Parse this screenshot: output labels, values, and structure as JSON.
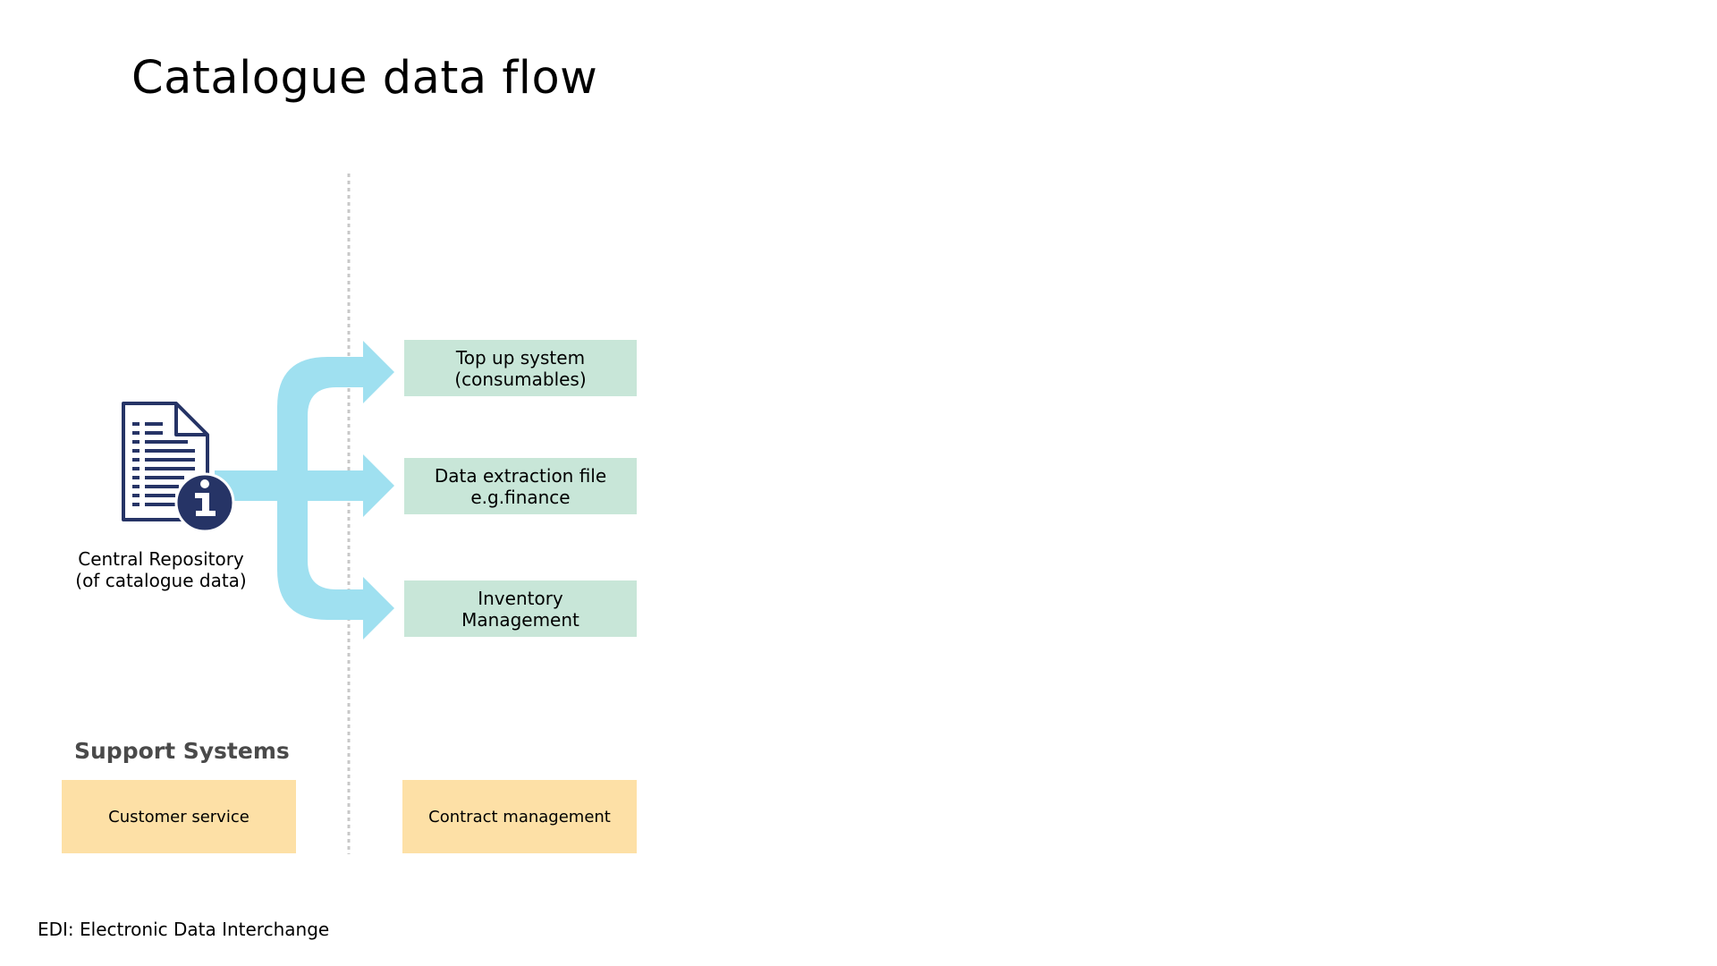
{
  "title": "Catalogue data flow",
  "repository": {
    "label": "Central Repository\n(of catalogue data)",
    "icon": "document-info-icon"
  },
  "targets": [
    {
      "label": "Top up system\n(consumables)"
    },
    {
      "label": "Data extraction file\ne.g.finance"
    },
    {
      "label": "Inventory\nManagement"
    }
  ],
  "support": {
    "heading": "Support Systems",
    "items": [
      {
        "label": "Customer service"
      },
      {
        "label": "Contract management"
      }
    ]
  },
  "footnote": "EDI: Electronic Data Interchange",
  "colors": {
    "arrow": "#9fe0f0",
    "target_box": "#c8e6d8",
    "support_box": "#fde0a6",
    "icon_navy": "#263466",
    "divider": "#c8c8c8"
  }
}
